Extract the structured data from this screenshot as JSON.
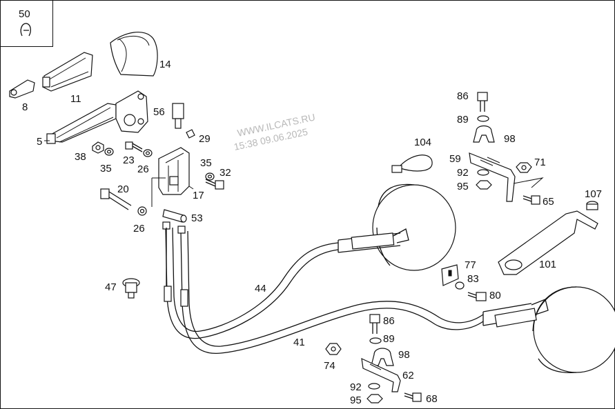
{
  "inset": {
    "label": "50"
  },
  "watermark": {
    "line1": "WWW.ILCATS.RU",
    "line2": "15:38 09.06.2025"
  },
  "callouts": {
    "c5": "5",
    "c8": "8",
    "c11": "11",
    "c14": "14",
    "c17": "17",
    "c20": "20",
    "c23": "23",
    "c26a": "26",
    "c26b": "26",
    "c29": "29",
    "c32": "32",
    "c35a": "35",
    "c35b": "35",
    "c38": "38",
    "c41": "41",
    "c44": "44",
    "c47": "47",
    "c53": "53",
    "c56": "56",
    "c59": "59",
    "c62": "62",
    "c65": "65",
    "c68": "68",
    "c71": "71",
    "c74": "74",
    "c77": "77",
    "c80": "80",
    "c83": "83",
    "c86a": "86",
    "c86b": "86",
    "c89a": "89",
    "c89b": "89",
    "c92a": "92",
    "c92b": "92",
    "c95a": "95",
    "c95b": "95",
    "c98a": "98",
    "c98b": "98",
    "c101": "101",
    "c104": "104",
    "c107": "107"
  }
}
